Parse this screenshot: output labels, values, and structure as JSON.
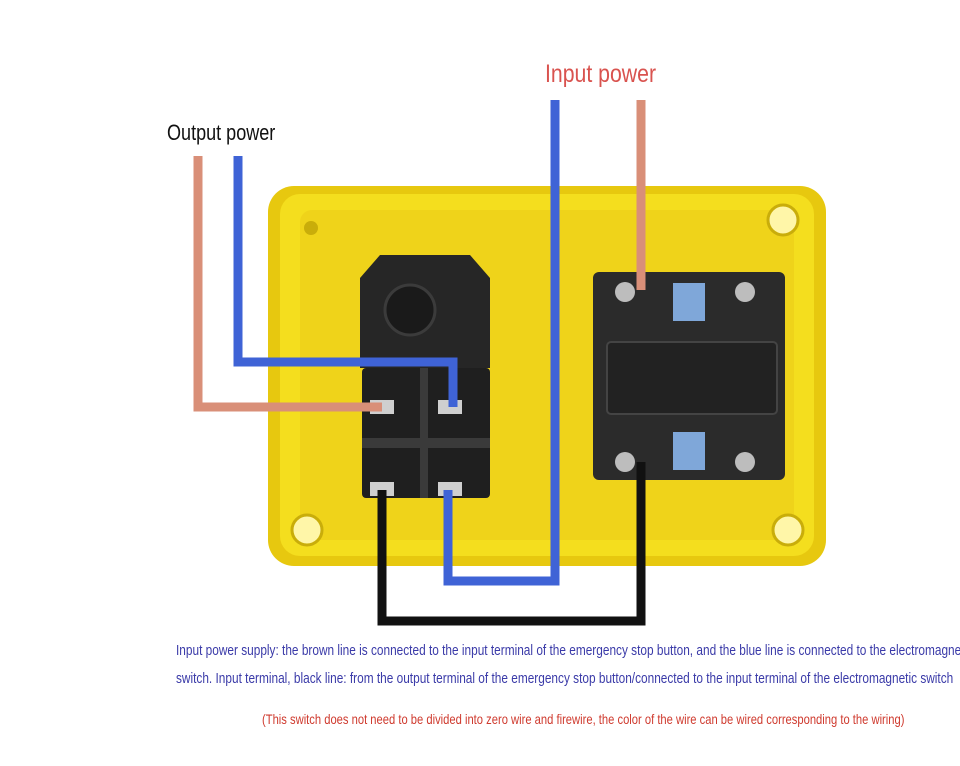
{
  "labels": {
    "output_power": "Output power",
    "input_power": "Input power"
  },
  "caption": {
    "line1": "Input power supply: the brown line is connected to the input terminal of the emergency stop button, and the blue line is connected to the electromagnetic",
    "line2": "switch. Input terminal, black line: from the output terminal of the emergency stop button/connected to the input terminal of the electromagnetic switch",
    "note": "(This switch does not need to be divided into zero wire and firewire, the color of the wire can be wired corresponding to the wiring)"
  },
  "colors": {
    "brown_wire": "#d98f78",
    "blue_wire": "#3f63d6",
    "black_wire": "#111111",
    "enclosure": "#f3dc1a",
    "device": "#2a2a2a"
  }
}
